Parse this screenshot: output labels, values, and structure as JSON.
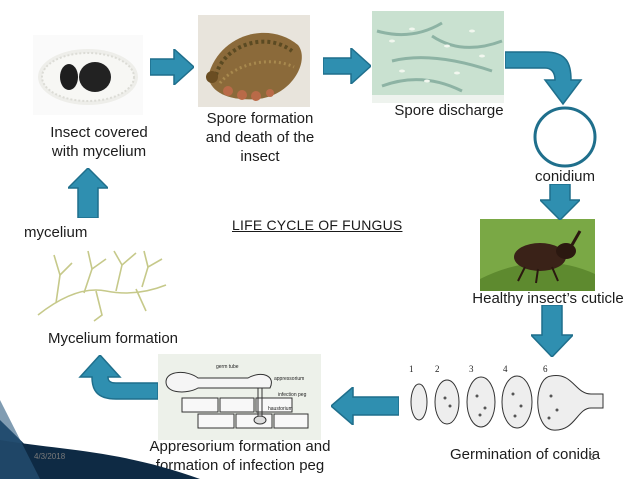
{
  "title": "LIFE CYCLE OF FUNGUS",
  "stages": {
    "insect_covered": "Insect covered\nwith mycelium",
    "spore_formation": "Spore formation\nand death of the\ninsect",
    "spore_discharge": "Spore discharge",
    "conidium": "conidium",
    "healthy_cuticle": "Healthy insect’s cuticle",
    "germination": "Germination of conidia",
    "appresorium": "Appresorium formation and\nformation of infection peg",
    "mycelium_formation": "Mycelium formation",
    "mycelium": "mycelium"
  },
  "appressorium_figure": {
    "germ_tube": "germ tube",
    "appressorium": "appressorium",
    "infection_peg": "infection\npeg",
    "haustorium": "haustorium"
  },
  "germination_steps": [
    "1",
    "2",
    "3",
    "4",
    "6"
  ],
  "footer": {
    "date": "4/3/2018",
    "page": "3"
  },
  "colors": {
    "arrow": "#2f8fb0",
    "arrow_edge": "#1f6f8c",
    "corner": "#0e2a44"
  }
}
